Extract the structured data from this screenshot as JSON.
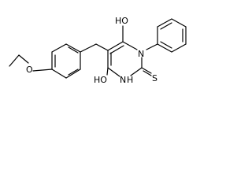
{
  "molecule": {
    "atom_labels": {
      "ho_top": "HO",
      "n1": "N",
      "o_ethoxy": "O",
      "s_thione": "S",
      "ho_bottom": "HO",
      "n3": "N",
      "h_n3": "H"
    }
  }
}
